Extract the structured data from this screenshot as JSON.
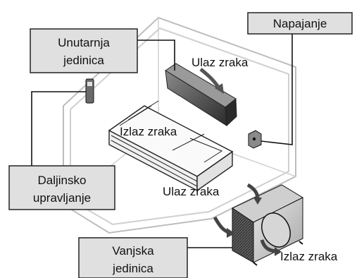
{
  "labels": {
    "indoor_unit": [
      "Unutarnja",
      "jedinica"
    ],
    "power_supply": "Napajanje",
    "remote_control": [
      "Daljinsko",
      "upravljanje"
    ],
    "outdoor_unit": [
      "Vanjska",
      "jedinica"
    ],
    "air_in_top": "Ulaz zraka",
    "air_out_middle": "Izlaz zraka",
    "air_in_outdoor": "Ulaz zraka",
    "air_out_outdoor": "Izlaz zraka"
  }
}
